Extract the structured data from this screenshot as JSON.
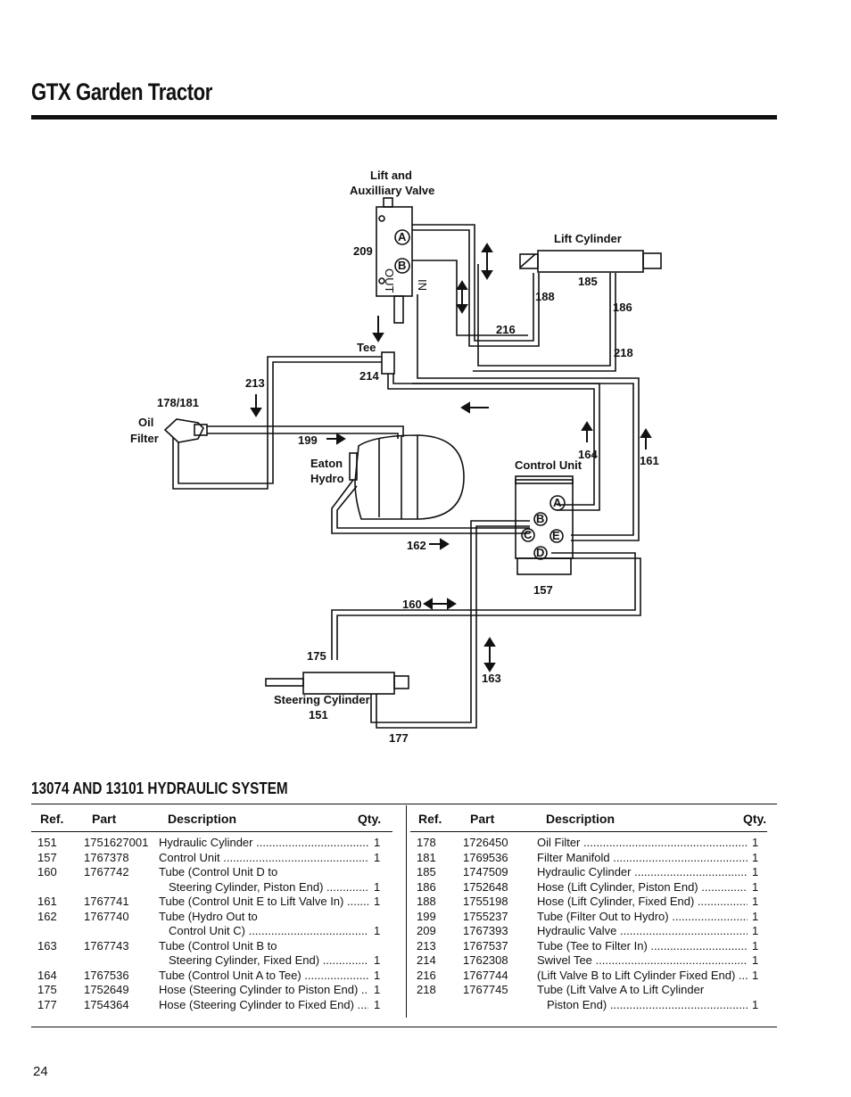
{
  "header": {
    "title": "GTX Garden Tractor"
  },
  "diagram": {
    "labels": {
      "valve": [
        "Lift and",
        "Auxilliary Valve"
      ],
      "lift_cylinder": "Lift Cylinder",
      "oil_filter": [
        "Oil",
        "Filter"
      ],
      "eaton_hydro": [
        "Eaton",
        "Hydro"
      ],
      "control_unit": "Control Unit",
      "tee": "Tee",
      "steering_cylinder": "Steering Cylinder",
      "port_out": "OUT",
      "port_in": "IN",
      "ports": [
        "A",
        "B",
        "A",
        "B",
        "C",
        "E",
        "D"
      ]
    },
    "refs": {
      "r209": "209",
      "r185": "185",
      "r188": "188",
      "r186": "186",
      "r216": "216",
      "r218": "218",
      "r213": "213",
      "r214": "214",
      "r178": "178/181",
      "r199": "199",
      "r164": "164",
      "r161": "161",
      "r162": "162",
      "r157": "157",
      "r160": "160",
      "r175": "175",
      "r151": "151",
      "r163": "163",
      "r177": "177"
    }
  },
  "parts_section": {
    "title": "13074 AND 13101 HYDRAULIC SYSTEM",
    "headers": {
      "ref": "Ref.",
      "part": "Part",
      "description": "Description",
      "qty": "Qty."
    },
    "left_rows": [
      {
        "ref": "151",
        "part": "1751627001",
        "desc": "Hydraulic Cylinder",
        "qty": "1"
      },
      {
        "ref": "157",
        "part": "1767378",
        "desc": "Control Unit",
        "qty": "1"
      },
      {
        "ref": "160",
        "part": "1767742",
        "desc": "Tube (Control Unit D to",
        "qty": ""
      },
      {
        "ref": "",
        "part": "",
        "desc": "Steering Cylinder, Piston End)",
        "qty": "1",
        "indent": true
      },
      {
        "ref": "161",
        "part": "1767741",
        "desc": "Tube (Control Unit E to Lift Valve In)",
        "qty": "1"
      },
      {
        "ref": "162",
        "part": "1767740",
        "desc": "Tube  (Hydro Out to",
        "qty": ""
      },
      {
        "ref": "",
        "part": "",
        "desc": "Control Unit C)",
        "qty": "1",
        "indent": true
      },
      {
        "ref": "163",
        "part": "1767743",
        "desc": "Tube (Control Unit B to",
        "qty": ""
      },
      {
        "ref": "",
        "part": "",
        "desc": "Steering Cylinder, Fixed End)",
        "qty": "1",
        "indent": true
      },
      {
        "ref": "164",
        "part": "1767536",
        "desc": "Tube (Control Unit A to Tee)",
        "qty": "1"
      },
      {
        "ref": "175",
        "part": "1752649",
        "desc": "Hose (Steering Cylinder to Piston End)",
        "qty": "1"
      },
      {
        "ref": "177",
        "part": "1754364",
        "desc": "Hose (Steering Cylinder to Fixed End)",
        "qty": "1"
      }
    ],
    "right_rows": [
      {
        "ref": "178",
        "part": "1726450",
        "desc": "Oil Filter",
        "qty": "1"
      },
      {
        "ref": "181",
        "part": "1769536",
        "desc": "Filter Manifold",
        "qty": "1"
      },
      {
        "ref": "185",
        "part": "1747509",
        "desc": "Hydraulic Cylinder",
        "qty": "1"
      },
      {
        "ref": "186",
        "part": "1752648",
        "desc": "Hose (Lift Cylinder, Piston End)",
        "qty": "1"
      },
      {
        "ref": "188",
        "part": "1755198",
        "desc": "Hose (Lift Cylinder, Fixed End)",
        "qty": "1"
      },
      {
        "ref": "199",
        "part": "1755237",
        "desc": "Tube (Filter Out to Hydro)",
        "qty": "1"
      },
      {
        "ref": "209",
        "part": "1767393",
        "desc": "Hydraulic Valve",
        "qty": "1"
      },
      {
        "ref": "213",
        "part": "1767537",
        "desc": "Tube (Tee to Filter In)",
        "qty": "1"
      },
      {
        "ref": "214",
        "part": "1762308",
        "desc": "Swivel Tee",
        "qty": "1"
      },
      {
        "ref": "216",
        "part": "1767744",
        "desc": "(Lift Valve B to Lift Cylinder Fixed End)",
        "qty": "1"
      },
      {
        "ref": "218",
        "part": "1767745",
        "desc": "Tube (Lift Valve A to Lift Cylinder",
        "qty": ""
      },
      {
        "ref": "",
        "part": "",
        "desc": "Piston End)",
        "qty": "1",
        "indent": true
      }
    ]
  },
  "footer": {
    "page_number": "24"
  }
}
